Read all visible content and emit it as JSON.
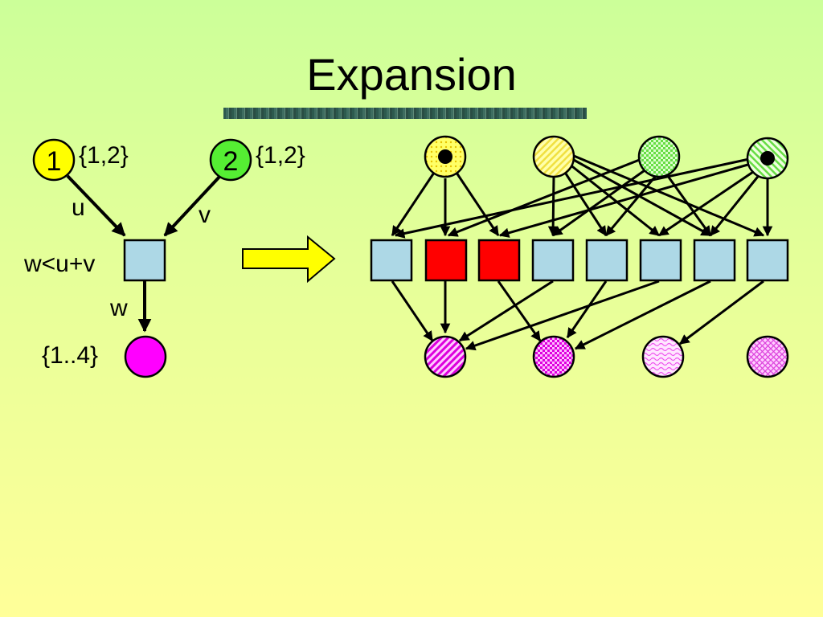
{
  "slide": {
    "title": "Expansion"
  },
  "left_graph": {
    "node_u": {
      "label": "1",
      "domain": "{1,2}",
      "color": "#ffff00"
    },
    "node_v": {
      "label": "2",
      "domain": "{1,2}",
      "color": "#55ee33"
    },
    "edge_u_label": "u",
    "edge_v_label": "v",
    "constraint_label": "w<u+v",
    "edge_w_label": "w",
    "node_w": {
      "domain": "{1..4}",
      "color": "#ff00ff"
    }
  },
  "right_graph": {
    "box_colors": [
      "#add8e6",
      "#ff0000",
      "#ff0000",
      "#add8e6",
      "#add8e6",
      "#add8e6",
      "#add8e6",
      "#add8e6"
    ],
    "top_nodes": [
      "yellow-dotted-selected",
      "yellow-hatched",
      "green-checkered",
      "green-hatched-selected"
    ],
    "bottom_nodes": [
      "magenta-hatched",
      "magenta-checkered",
      "magenta-wavy",
      "magenta-crosshatched"
    ]
  },
  "colors": {
    "box": "#add8e6",
    "box_red": "#ff0000",
    "arrow": "#ffff00"
  }
}
